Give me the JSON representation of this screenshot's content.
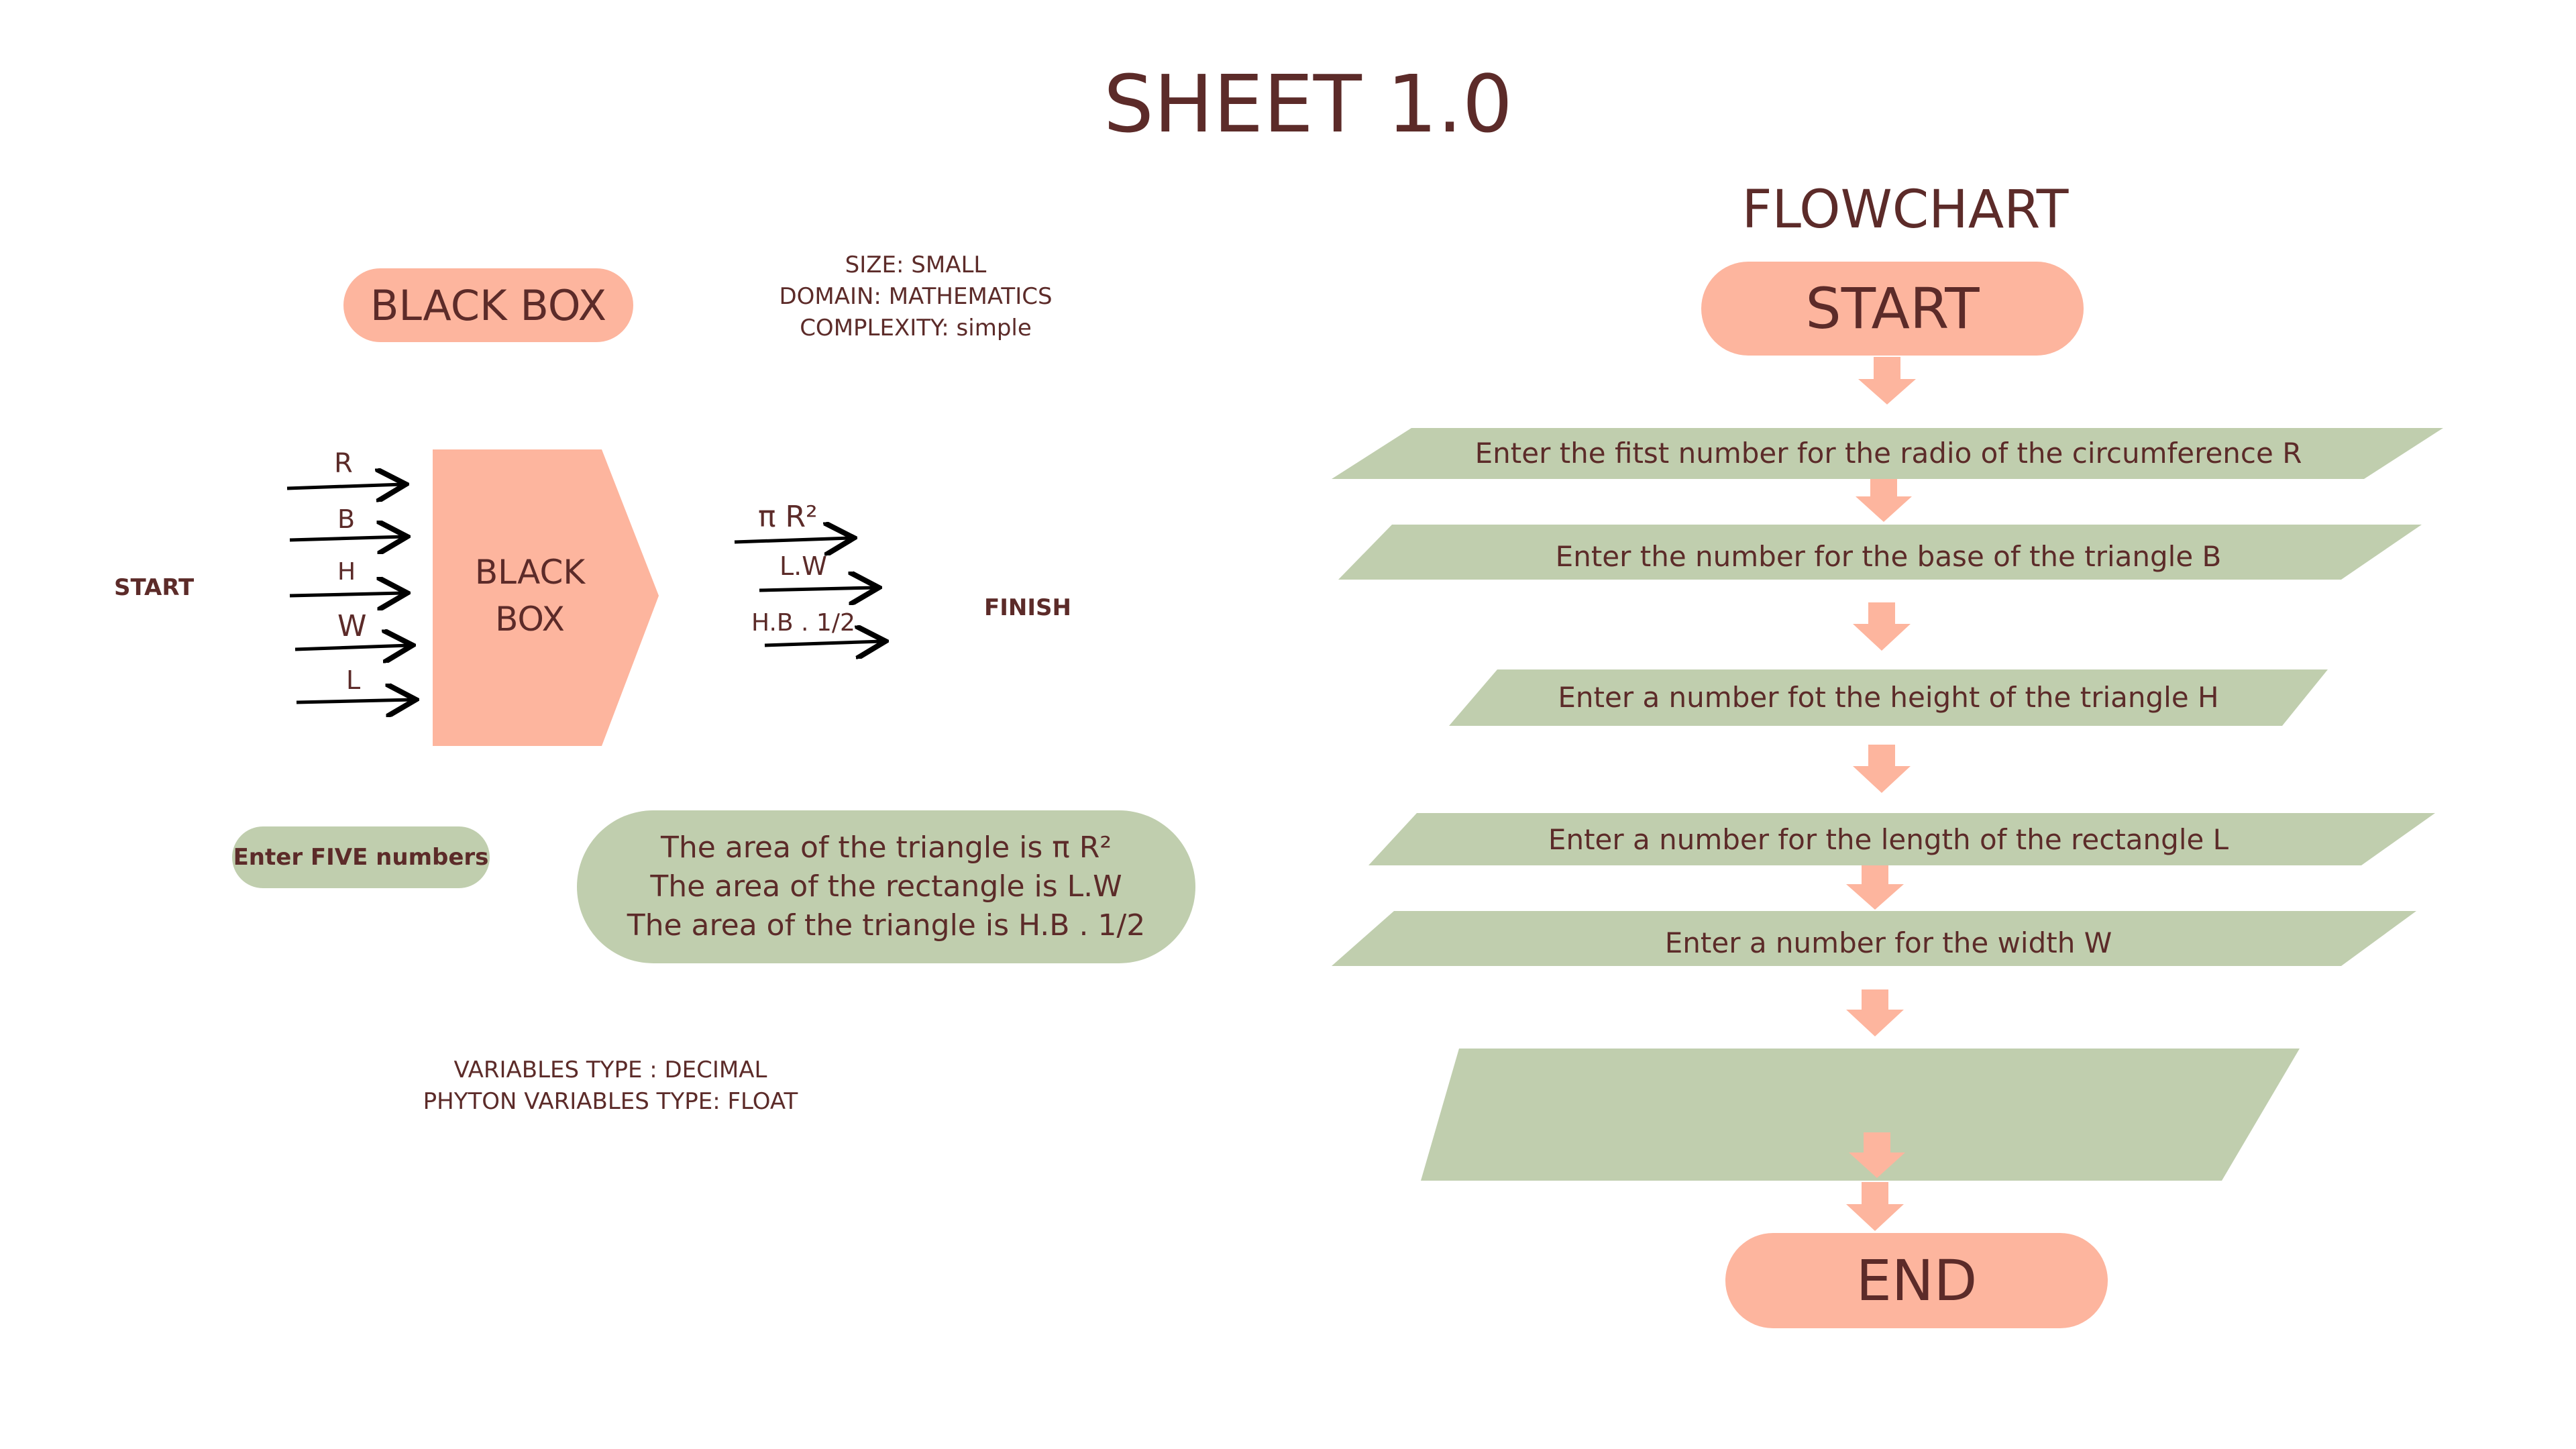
{
  "title": "SHEET 1.0",
  "left": {
    "black_box_pill": "BLACK BOX",
    "meta": [
      "SIZE: SMALL",
      "DOMAIN: MATHEMATICS",
      "COMPLEXITY: simple"
    ],
    "start_label": "START",
    "finish_label": "FINISH",
    "inputs": [
      "R",
      "B",
      "H",
      "W",
      "L"
    ],
    "box_label": [
      "BLACK",
      "BOX"
    ],
    "outputs": [
      "π R²",
      "L.W",
      "H.B . 1/2"
    ],
    "enter_five": "Enter FIVE numbers",
    "results": [
      "The area of the triangle is π R²",
      "The area of the rectangle is L.W",
      "The area of the triangle is H.B . 1/2"
    ],
    "variables": [
      "VARIABLES TYPE : DECIMAL",
      "PHYTON VARIABLES TYPE: FLOAT"
    ]
  },
  "flowchart": {
    "title": "FLOWCHART",
    "start": "START",
    "steps": [
      "Enter the fitst number for the radio  of the circumference R",
      "Enter the  number for the  base of the triangle B",
      "Enter a number fot the height of the triangle  H",
      "Enter a number for the  length  of the rectangle L",
      "Enter a number for the width  W"
    ],
    "end": "END"
  },
  "colors": {
    "salmon": "#fdb59e",
    "green": "#c0ceae",
    "text": "#5c2b29",
    "arrow": "#000000"
  }
}
